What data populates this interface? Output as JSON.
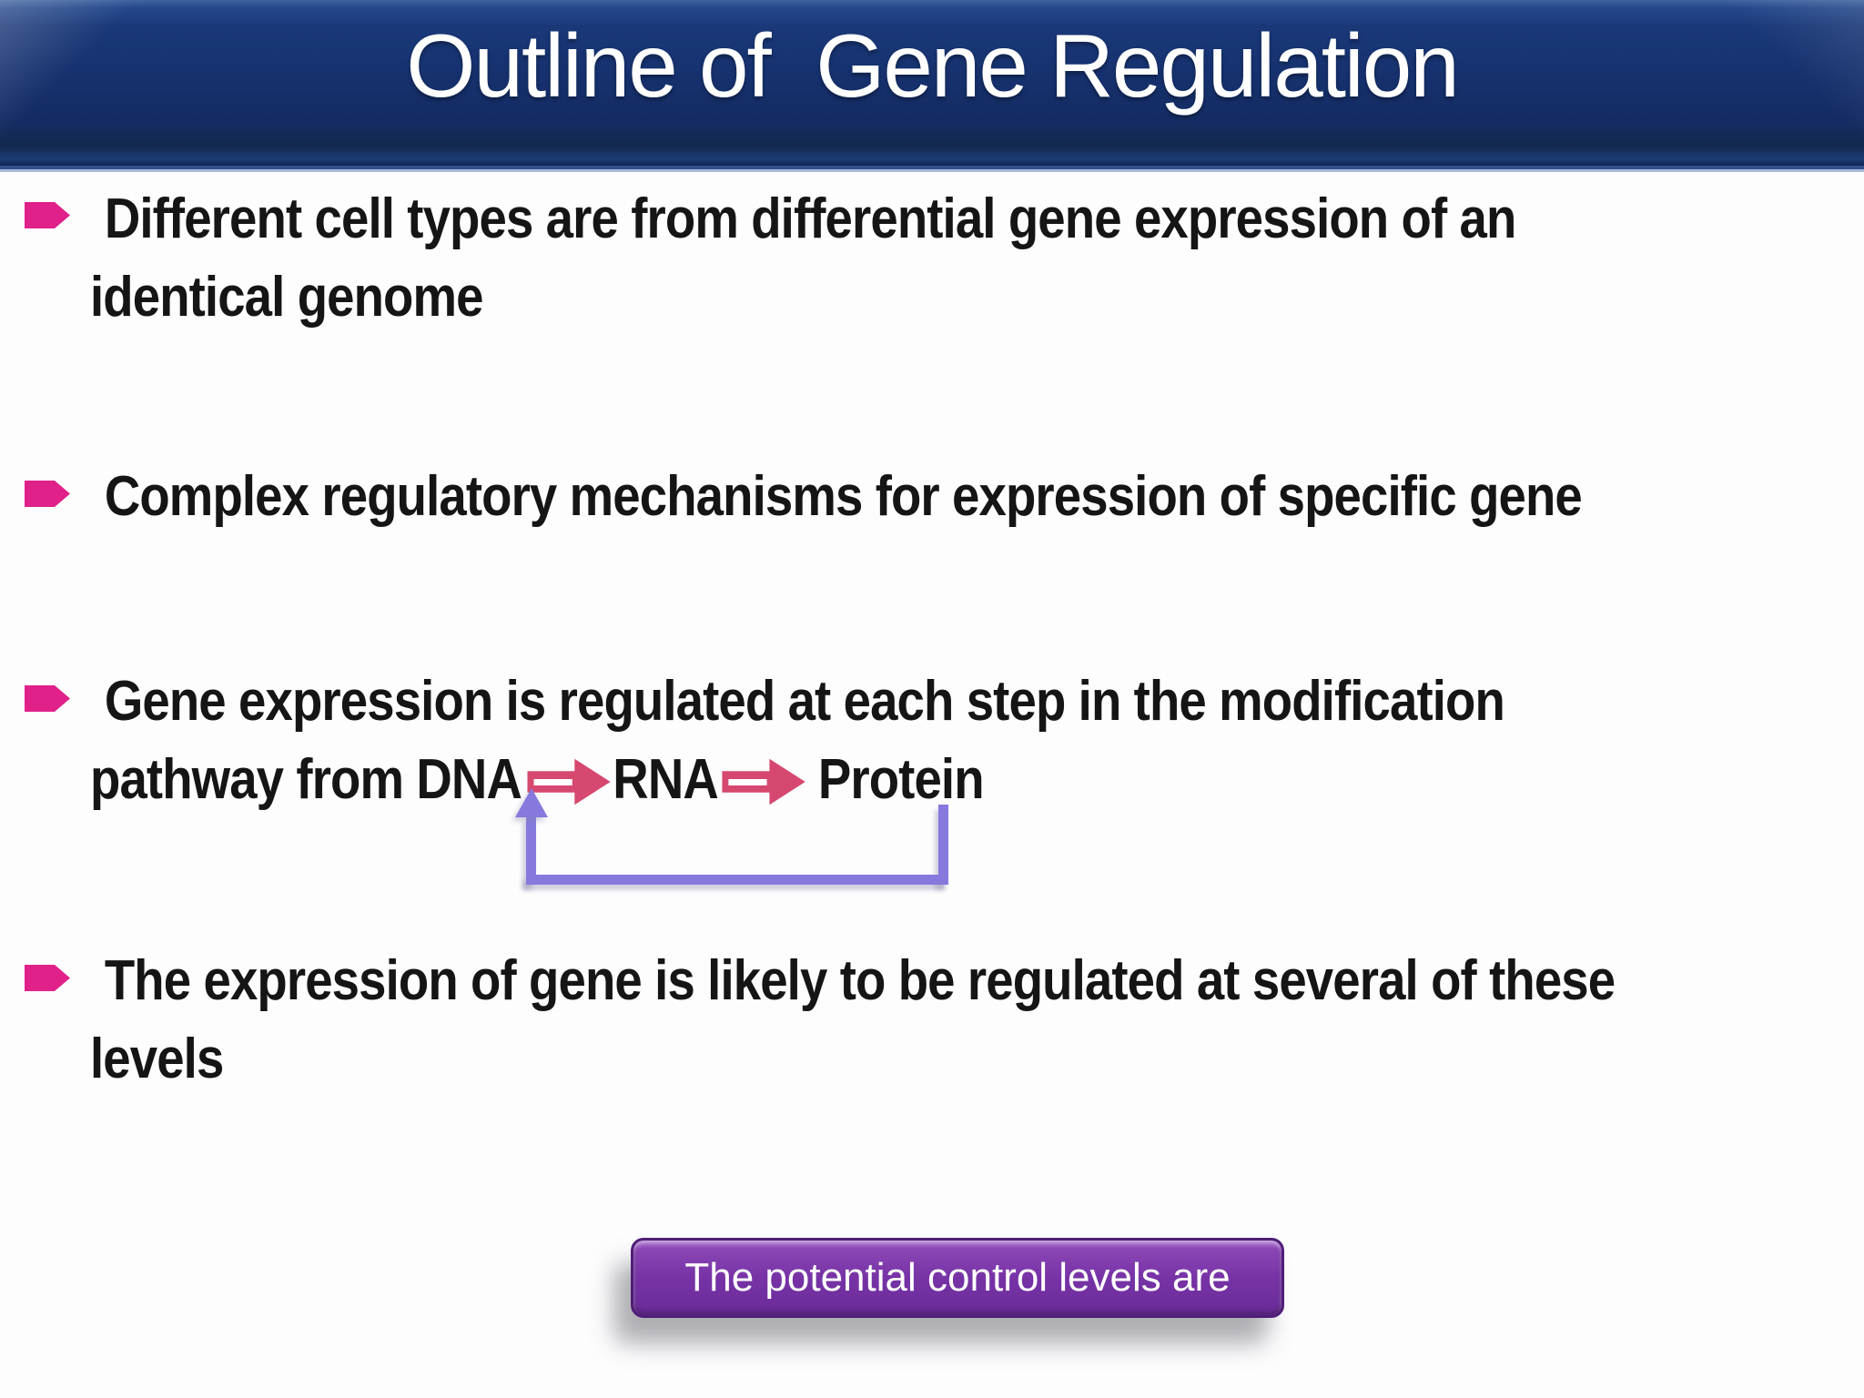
{
  "slide": {
    "title": "Outline of  Gene Regulation",
    "bullets": [
      {
        "line1": "Different cell types are from differential gene expression of an",
        "line2": "identical genome"
      },
      {
        "line1": "Complex regulatory mechanisms for expression of specific gene",
        "line2": ""
      },
      {
        "line1": "Gene expression is regulated at each step in the modification",
        "line2_pre": "pathway from DNA",
        "line2_mid": "RNA",
        "line2_post": "Protein"
      },
      {
        "line1": "The expression of gene is likely to be regulated at several of these",
        "line2": "levels"
      }
    ],
    "button": {
      "label": "The potential control levels are"
    },
    "icons": {
      "bullet_marker": "bullet-arrow-icon",
      "pathway_arrow": "right-arrow-icon",
      "feedback_loop": "feedback-arrow"
    },
    "colors": {
      "header_navy": "#16316E",
      "bullet_pink": "#E0218A",
      "arrow_pink": "#D6486F",
      "feedback_purple": "#8579DE",
      "button_purple": "#7733A6",
      "text_black": "#151515",
      "title_white": "#FFFFFF"
    }
  }
}
